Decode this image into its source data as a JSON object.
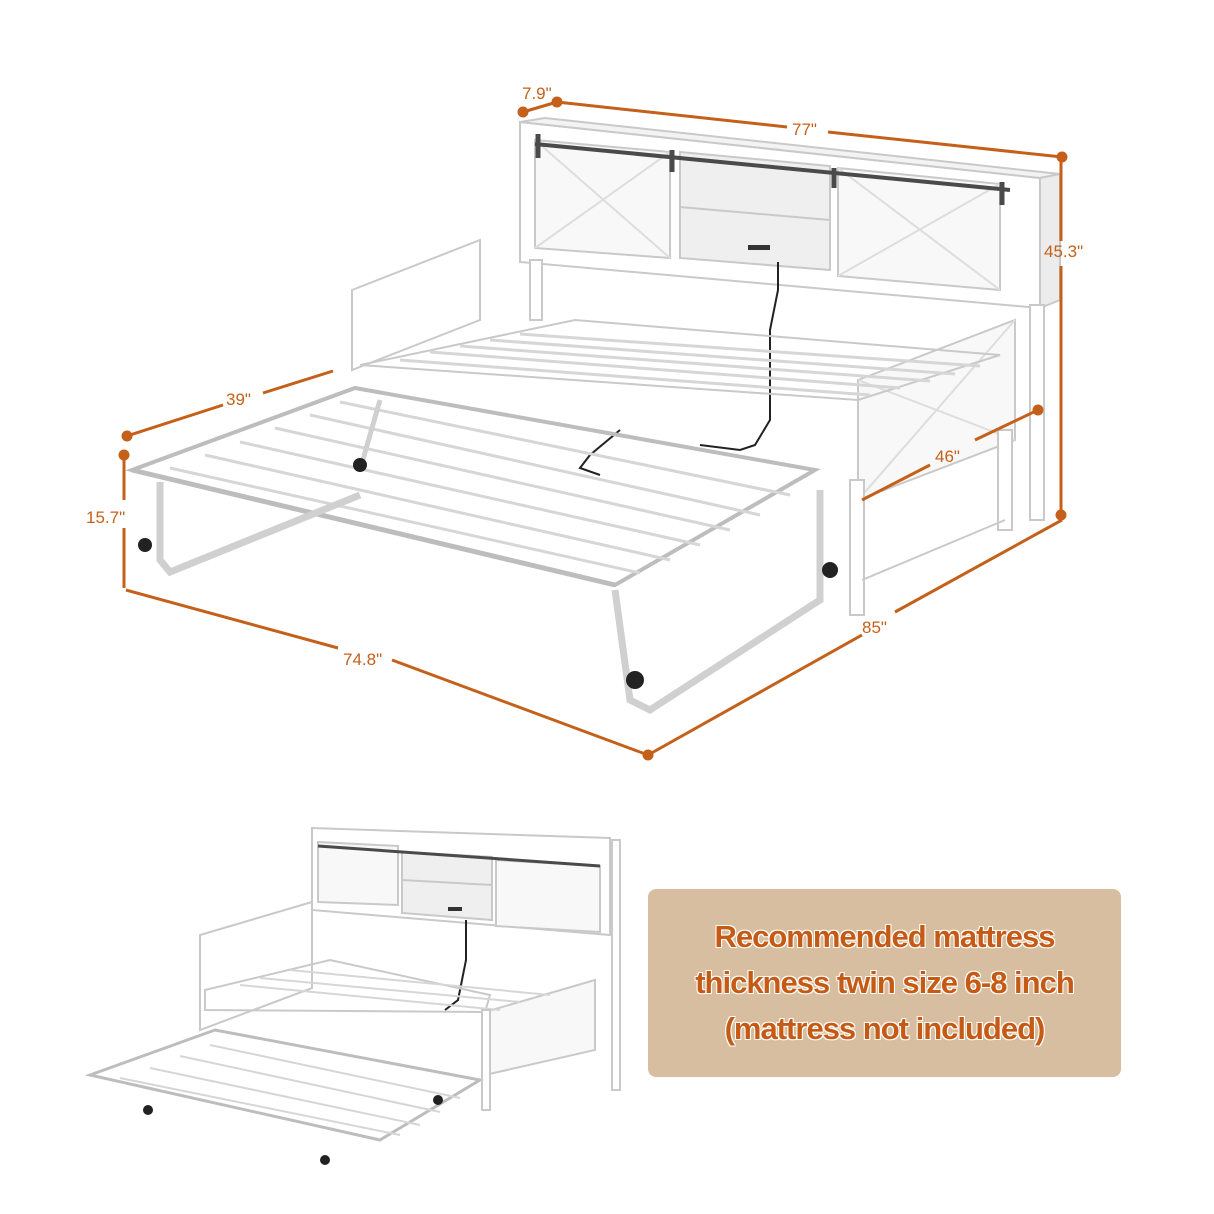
{
  "colors": {
    "dimension_line": "#c4601a",
    "note_background": "#d8bea1",
    "note_text": "#c55a14",
    "frame": "#ffffff",
    "frame_outline": "#c9c9c9",
    "rail": "#4a4a4a",
    "background": "#ffffff"
  },
  "main_diagram": {
    "dimensions": {
      "headboard_depth": "7.9\"",
      "headboard_width": "77\"",
      "total_height": "45.3\"",
      "trundle_width": "39\"",
      "trundle_height": "15.7\"",
      "bed_width": "46\"",
      "trundle_length": "74.8\"",
      "total_length": "85\""
    }
  },
  "note": {
    "lines": [
      "Recommended mattress",
      "thickness twin size 6-8 inch",
      "(mattress not included)"
    ]
  }
}
